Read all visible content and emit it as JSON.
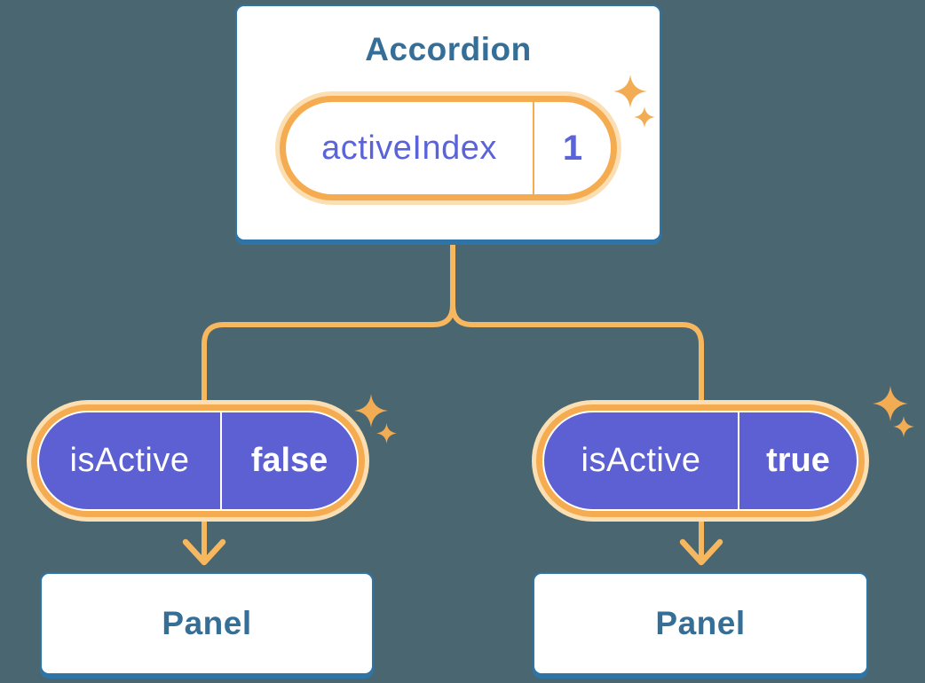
{
  "diagram": {
    "description": "React component tree: Accordion holds activeIndex state and passes isActive props to two Panels",
    "background_color": "#4A6771",
    "colors": {
      "card_border_blue": "#2E74A6",
      "heading_blue": "#356E96",
      "orange_ring": "#F5AC50",
      "orange_line": "#F7B75E",
      "peach_halo": "#FBDFB2",
      "purple_fill": "#5C60D2",
      "purple_text": "#5B63DA",
      "sparkle_orange": "#F2AC53"
    },
    "root": {
      "title": "Accordion",
      "state_pill": {
        "label": "activeIndex",
        "value": "1"
      }
    },
    "children": [
      {
        "prop_pill": {
          "label": "isActive",
          "value": "false"
        },
        "panel": {
          "title": "Panel"
        }
      },
      {
        "prop_pill": {
          "label": "isActive",
          "value": "true"
        },
        "panel": {
          "title": "Panel"
        }
      }
    ]
  }
}
